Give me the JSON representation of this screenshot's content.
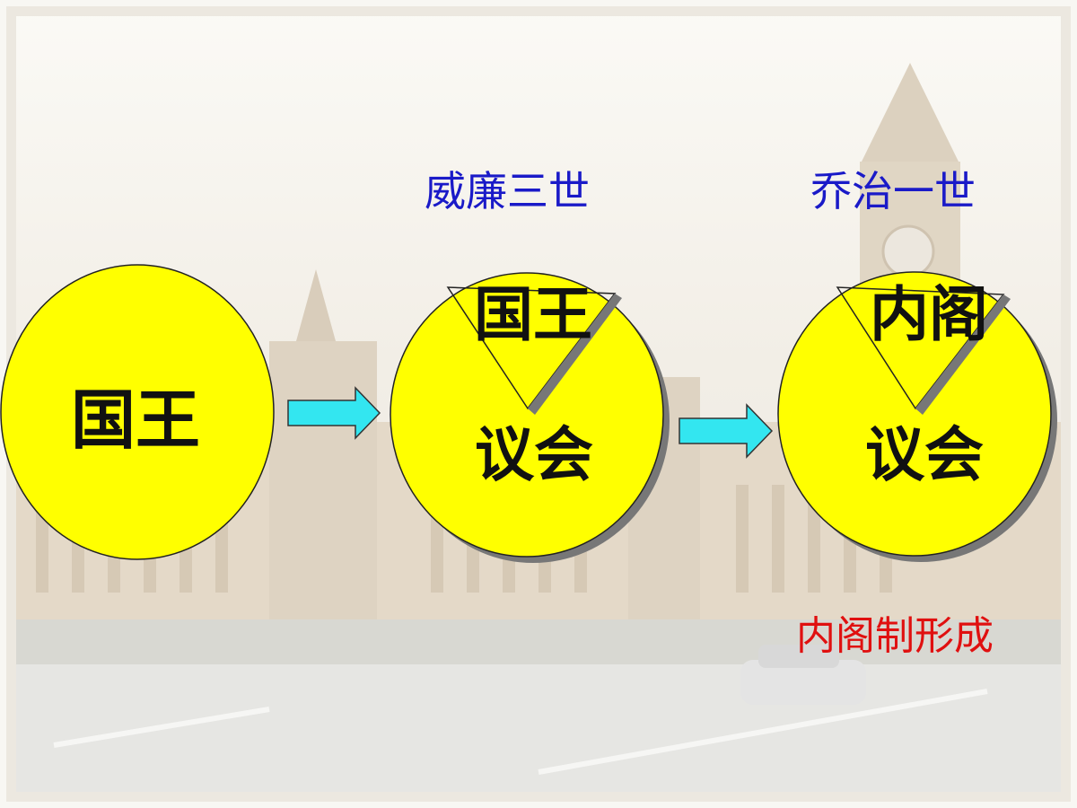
{
  "stages": [
    {
      "caption": "",
      "circle_label": "国王",
      "wedge_label": ""
    },
    {
      "caption": "威廉三世",
      "circle_label": "议会",
      "wedge_label": "国王"
    },
    {
      "caption": "乔治一世",
      "circle_label": "议会",
      "wedge_label": "内阁"
    }
  ],
  "result": "内阁制形成",
  "colors": {
    "circle_fill": "#ffff00",
    "arrow_fill": "#33e6f0",
    "caption": "#1a1ac8",
    "result": "#e01010",
    "shadow": "#777777"
  }
}
